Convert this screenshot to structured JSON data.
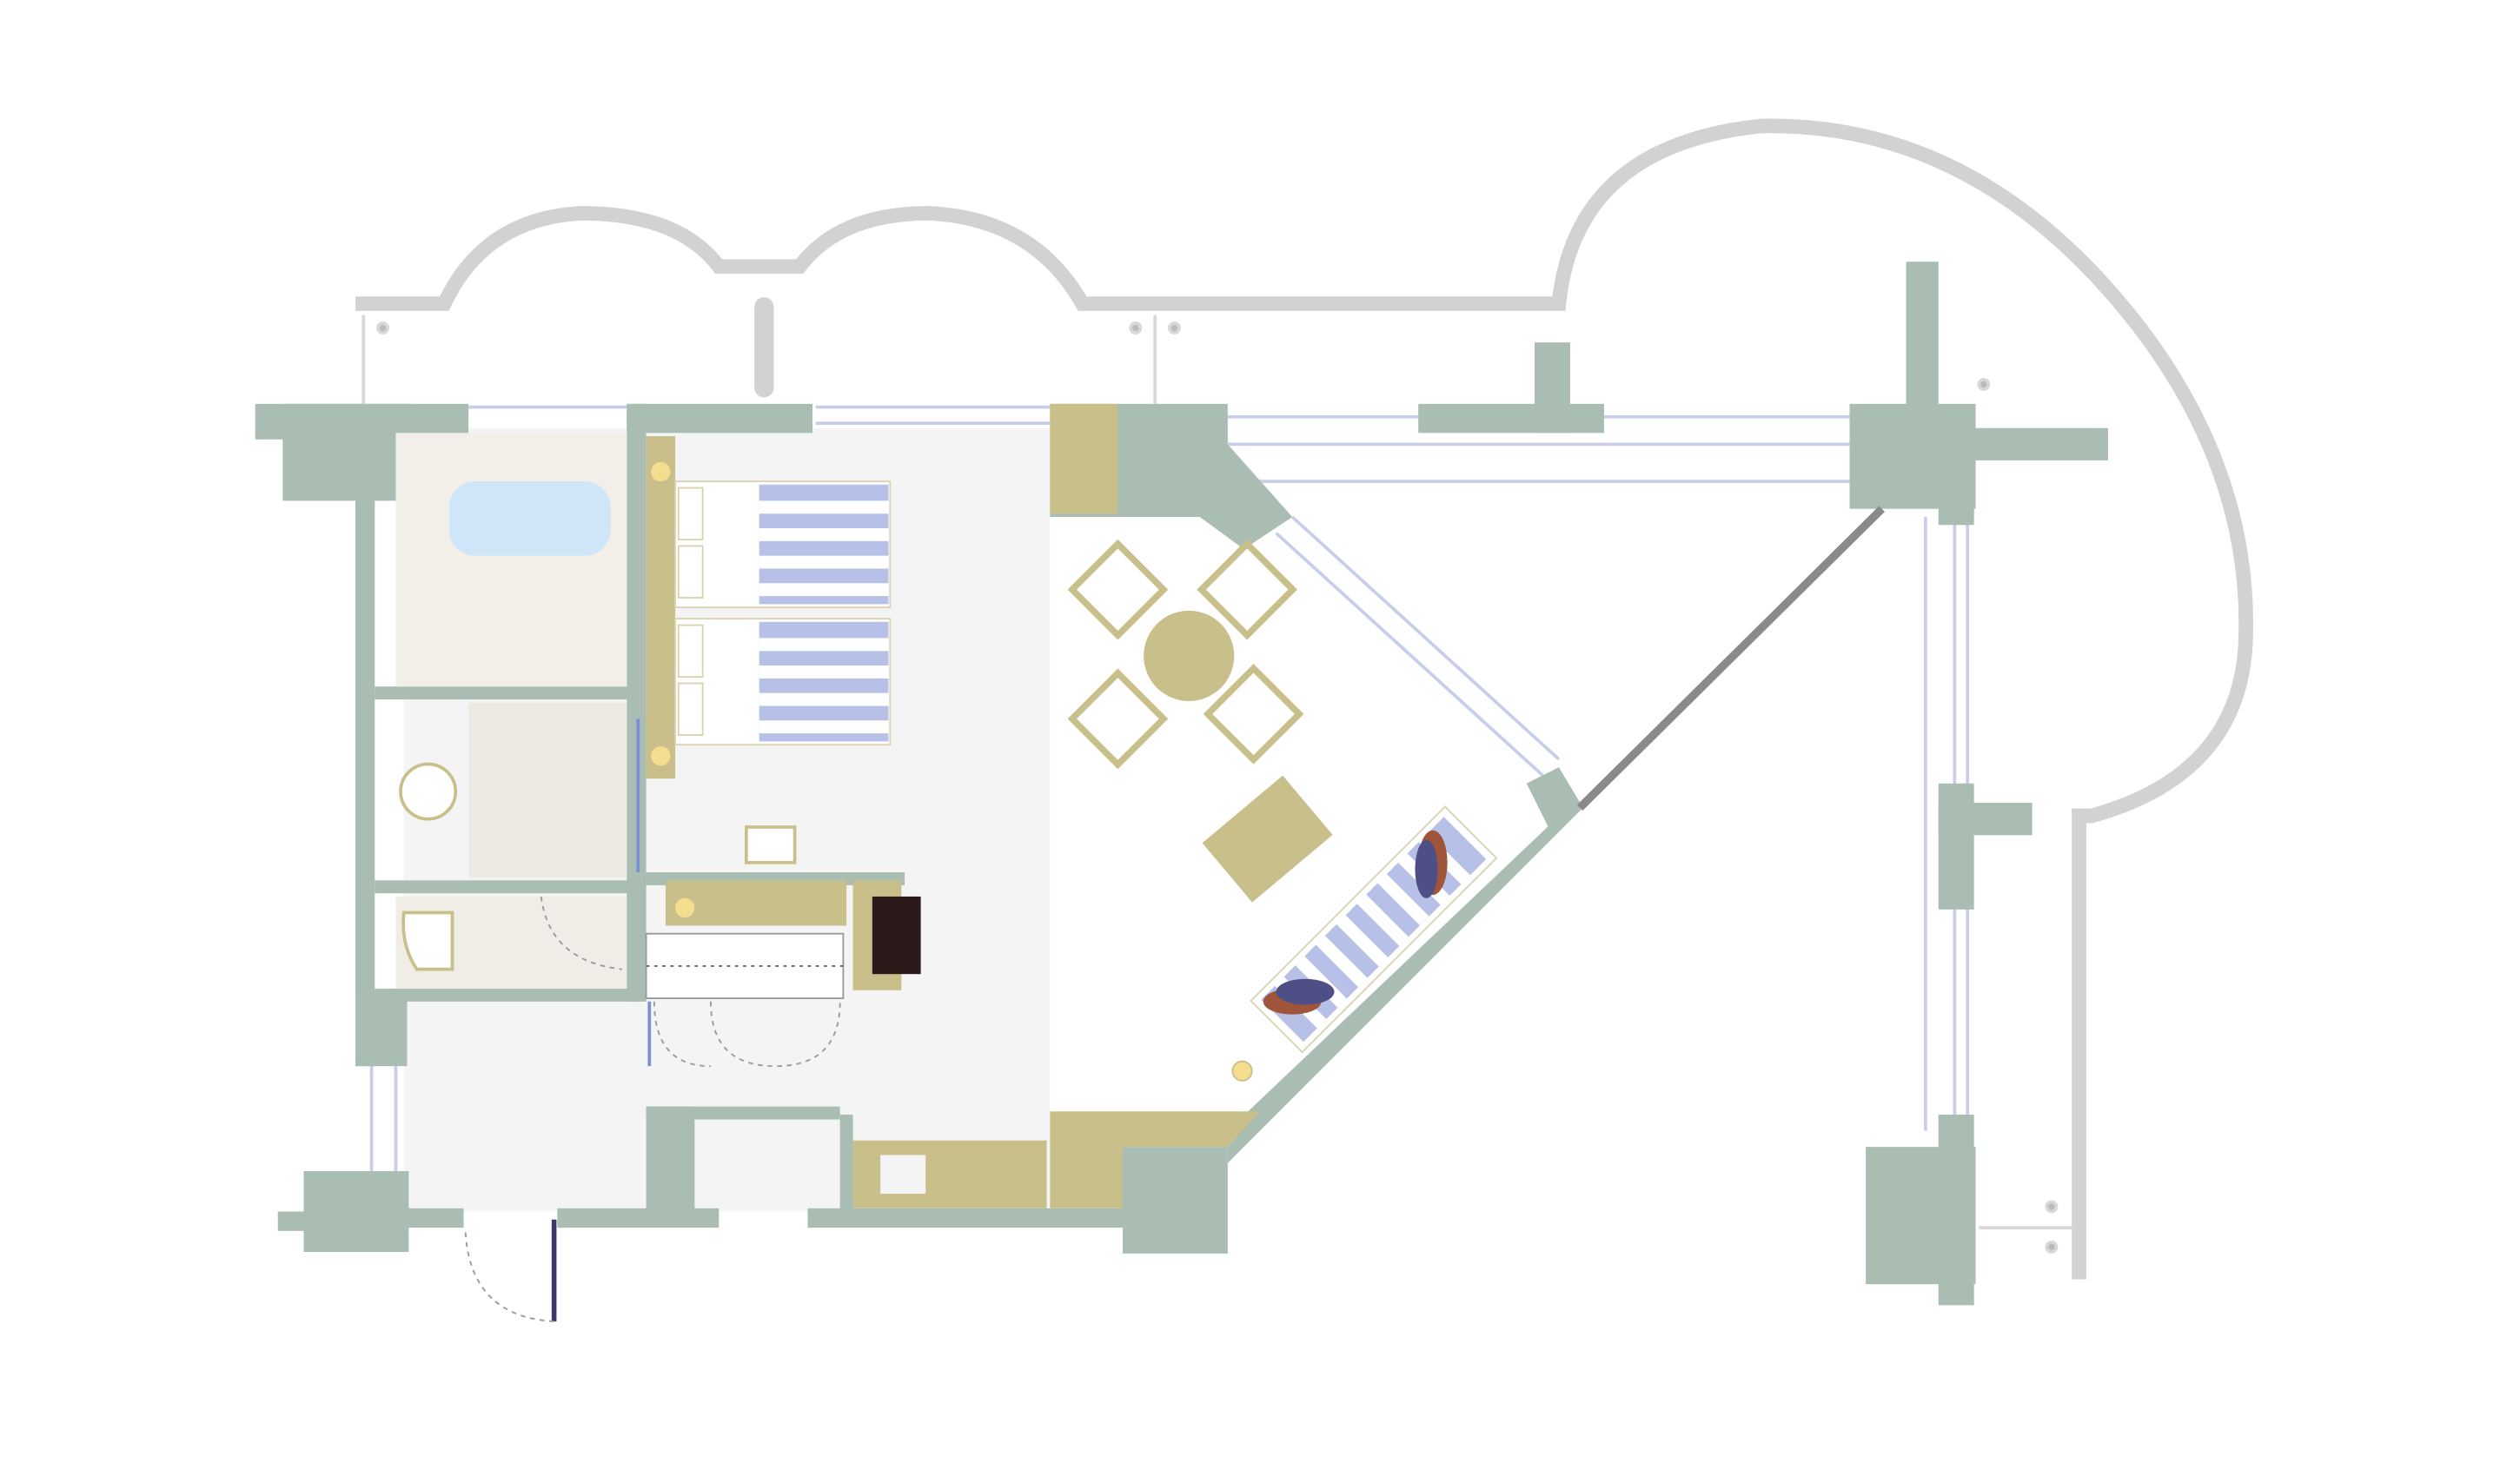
{
  "floor_plan": {
    "colors": {
      "wall": "#a9bdb3",
      "balcony_outline": "#d2d2d2",
      "floor": "#f4f4f4",
      "furniture": "#c9bf8b",
      "bed_stripe": "#b7c0e6",
      "bathtub": "#cfe6f8",
      "glass_partition": "#8a8a8a",
      "cushion_blue": "#4e4f86",
      "cushion_red": "#a0553a",
      "tv": "#2a1a1a"
    },
    "rooms": [
      "bathroom",
      "washroom",
      "toilet",
      "bedroom",
      "entry",
      "living-room",
      "terrace"
    ]
  }
}
